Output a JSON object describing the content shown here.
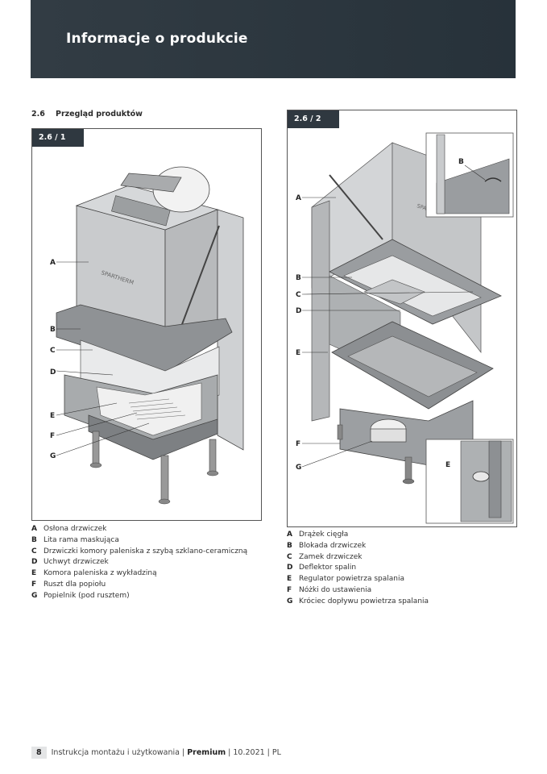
{
  "header": {
    "title": "Informacje o produkcie"
  },
  "section": {
    "number": "2.6",
    "title": "Przegląd produktów"
  },
  "figures": [
    {
      "tag": "2.6 / 1",
      "brand_mark": "SPARTHERM",
      "labels": [
        "A",
        "B",
        "C",
        "D",
        "E",
        "F",
        "G"
      ]
    },
    {
      "tag": "2.6 / 2",
      "brand_mark": "SPARTHERM",
      "labels": [
        "A",
        "B",
        "C",
        "D",
        "E",
        "F",
        "G"
      ],
      "inset_labels": [
        "B",
        "E"
      ]
    }
  ],
  "legend1": [
    {
      "letter": "A",
      "text": "Osłona drzwiczek"
    },
    {
      "letter": "B",
      "text": "Lita rama maskująca"
    },
    {
      "letter": "C",
      "text": "Drzwiczki komory paleniska z szybą szklano-ceramiczną"
    },
    {
      "letter": "D",
      "text": "Uchwyt drzwiczek"
    },
    {
      "letter": "E",
      "text": "Komora paleniska z wykładziną"
    },
    {
      "letter": "F",
      "text": "Ruszt dla popiołu"
    },
    {
      "letter": "G",
      "text": "Popielnik (pod rusztem)"
    }
  ],
  "legend2": [
    {
      "letter": "A",
      "text": "Drążek cięgła"
    },
    {
      "letter": "B",
      "text": "Blokada drzwiczek"
    },
    {
      "letter": "C",
      "text": "Zamek drzwiczek"
    },
    {
      "letter": "D",
      "text": "Deflektor spalin"
    },
    {
      "letter": "E",
      "text": "Regulator powietrza spalania"
    },
    {
      "letter": "F",
      "text": "Nóżki do ustawienia"
    },
    {
      "letter": "G",
      "text": "Króciec dopływu powietrza spalania"
    }
  ],
  "footer": {
    "page": "8",
    "text_before": "Instrukcja montażu i użytkowania | ",
    "product": "Premium",
    "text_after": " | 10.2021 | PL"
  },
  "colors": {
    "header_bg": "#2d3740",
    "tag_bg": "#2f3840",
    "frame": "#555555"
  }
}
